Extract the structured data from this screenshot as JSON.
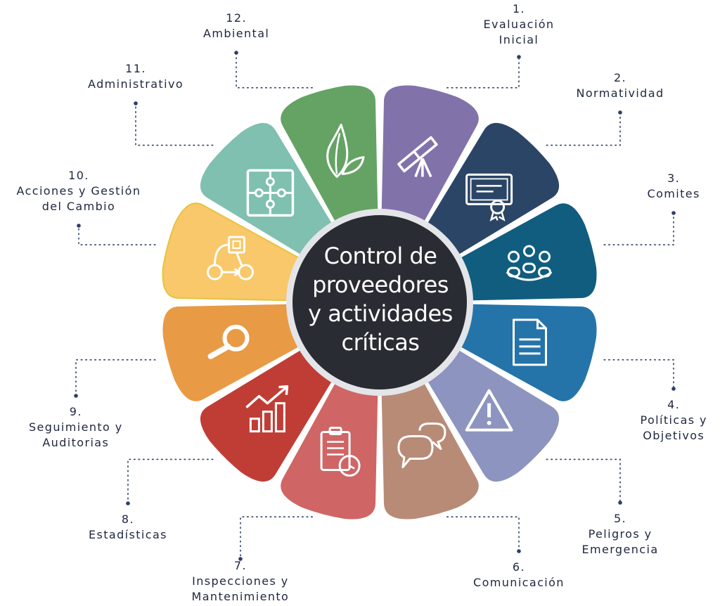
{
  "center": {
    "lines": [
      "Control de",
      "proveedores",
      "y actividades",
      "críticas"
    ]
  },
  "segments": [
    {
      "number": "1.",
      "lines": [
        "Evaluación",
        "Inicial"
      ],
      "color": "#8272aa",
      "icon": "telescope-icon"
    },
    {
      "number": "2.",
      "lines": [
        "Normatividad"
      ],
      "color": "#2b4566",
      "icon": "certificate-icon"
    },
    {
      "number": "3.",
      "lines": [
        "Comites"
      ],
      "color": "#105d80",
      "icon": "team-meeting-icon"
    },
    {
      "number": "4.",
      "lines": [
        "Políticas y",
        "Objetivos"
      ],
      "color": "#2474aa",
      "icon": "document-icon"
    },
    {
      "number": "5.",
      "lines": [
        "Peligros y",
        "Emergencia"
      ],
      "color": "#8c94bf",
      "icon": "warning-icon"
    },
    {
      "number": "6.",
      "lines": [
        "Comunicación"
      ],
      "color": "#b88b77",
      "icon": "chat-bubbles-icon"
    },
    {
      "number": "7.",
      "lines": [
        "Inspecciones y",
        "Mantenimiento"
      ],
      "color": "#cf6565",
      "icon": "clipboard-clock-icon"
    },
    {
      "number": "8.",
      "lines": [
        "Estadísticas"
      ],
      "color": "#c03d35",
      "icon": "growth-chart-icon"
    },
    {
      "number": "9.",
      "lines": [
        "Seguimiento y",
        "Auditorias"
      ],
      "color": "#e89a45",
      "icon": "magnifier-icon"
    },
    {
      "number": "10.",
      "lines": [
        "Acciones y Gestión",
        "del Cambio"
      ],
      "color": "#f9c86a",
      "icon": "workflow-icon"
    },
    {
      "number": "11.",
      "lines": [
        "Administrativo"
      ],
      "color": "#7fc0b0",
      "icon": "puzzle-icon"
    },
    {
      "number": "12.",
      "lines": [
        "Ambiental"
      ],
      "color": "#64a364",
      "icon": "leaves-icon"
    }
  ],
  "colors": {
    "center_fill": "#292c33",
    "center_ring": "#e4e5e8",
    "connector": "#2c3e66",
    "icon_stroke": "#ffffff",
    "segment10_border": "#e6c33e"
  }
}
